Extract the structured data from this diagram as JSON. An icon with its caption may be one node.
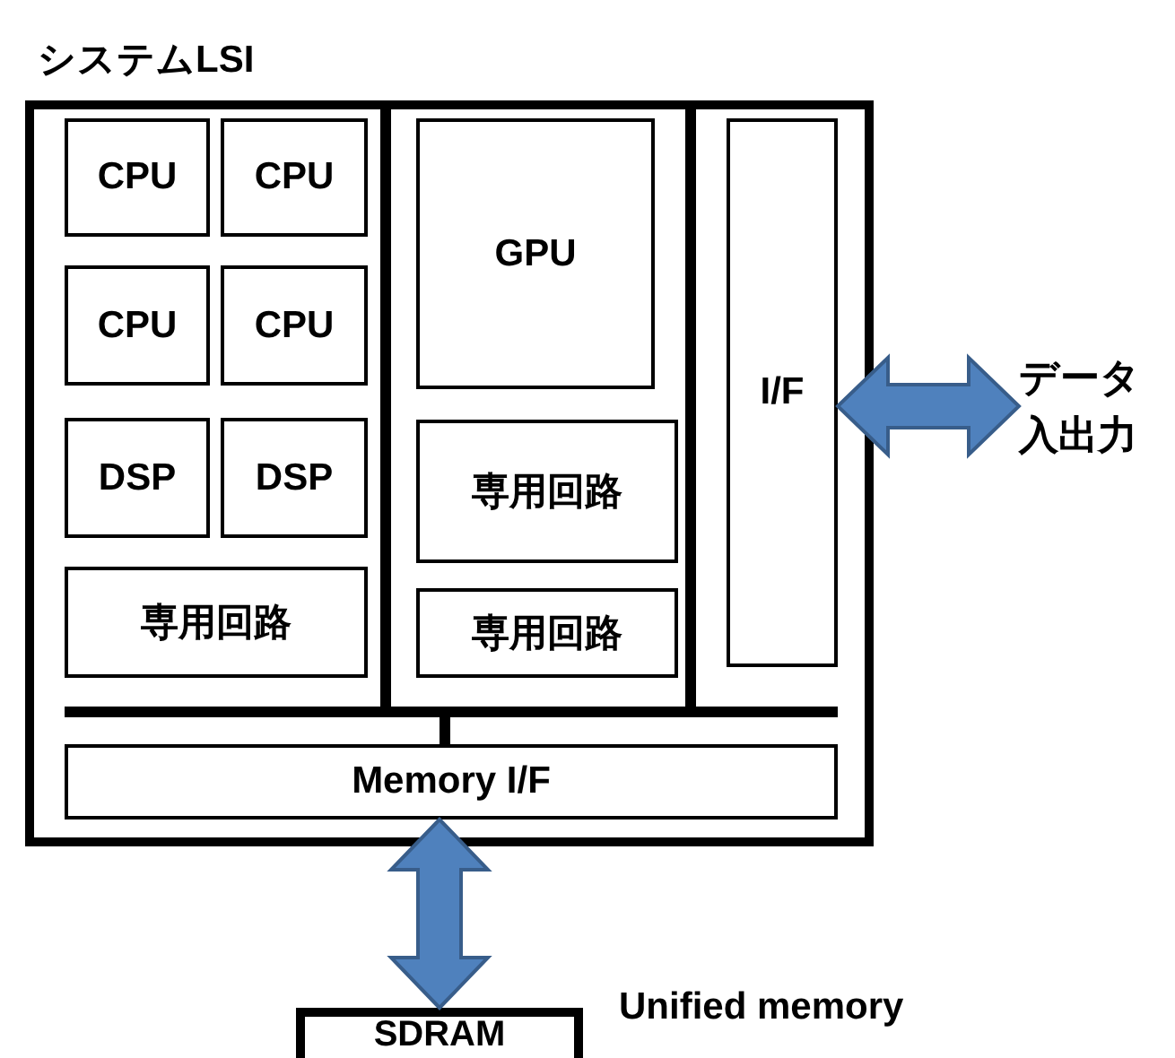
{
  "diagram": {
    "nodes": [
      {
        "text": [
          "システムLSI"
        ]
      },
      {
        "text": [
          "CPU"
        ],
        "in": 0
      },
      {
        "text": [
          "CPU"
        ],
        "in": 0
      },
      {
        "text": [
          "CPU"
        ],
        "in": 0
      },
      {
        "text": [
          "CPU"
        ],
        "in": 0
      },
      {
        "text": [
          "DSP"
        ],
        "in": 0
      },
      {
        "text": [
          "DSP"
        ],
        "in": 0
      },
      {
        "text": [
          "専用回路"
        ],
        "in": 0
      },
      {
        "text": [
          "GPU"
        ],
        "in": 0
      },
      {
        "text": [
          "専用回路"
        ],
        "in": 0
      },
      {
        "text": [
          "専用回路"
        ],
        "in": 0
      },
      {
        "text": [
          "I/F"
        ],
        "in": 0
      },
      {
        "text": [
          "Memory I/F"
        ],
        "in": 0
      },
      {
        "text": [
          "SDRAM"
        ],
        "beside": [
          "Unified memory"
        ]
      },
      {
        "text": [
          "データ入出力"
        ]
      }
    ],
    "edges": [
      {
        "from": 11,
        "to": 14,
        "arrow": "both"
      },
      {
        "from": 12,
        "to": 13,
        "arrow": "both"
      }
    ]
  }
}
